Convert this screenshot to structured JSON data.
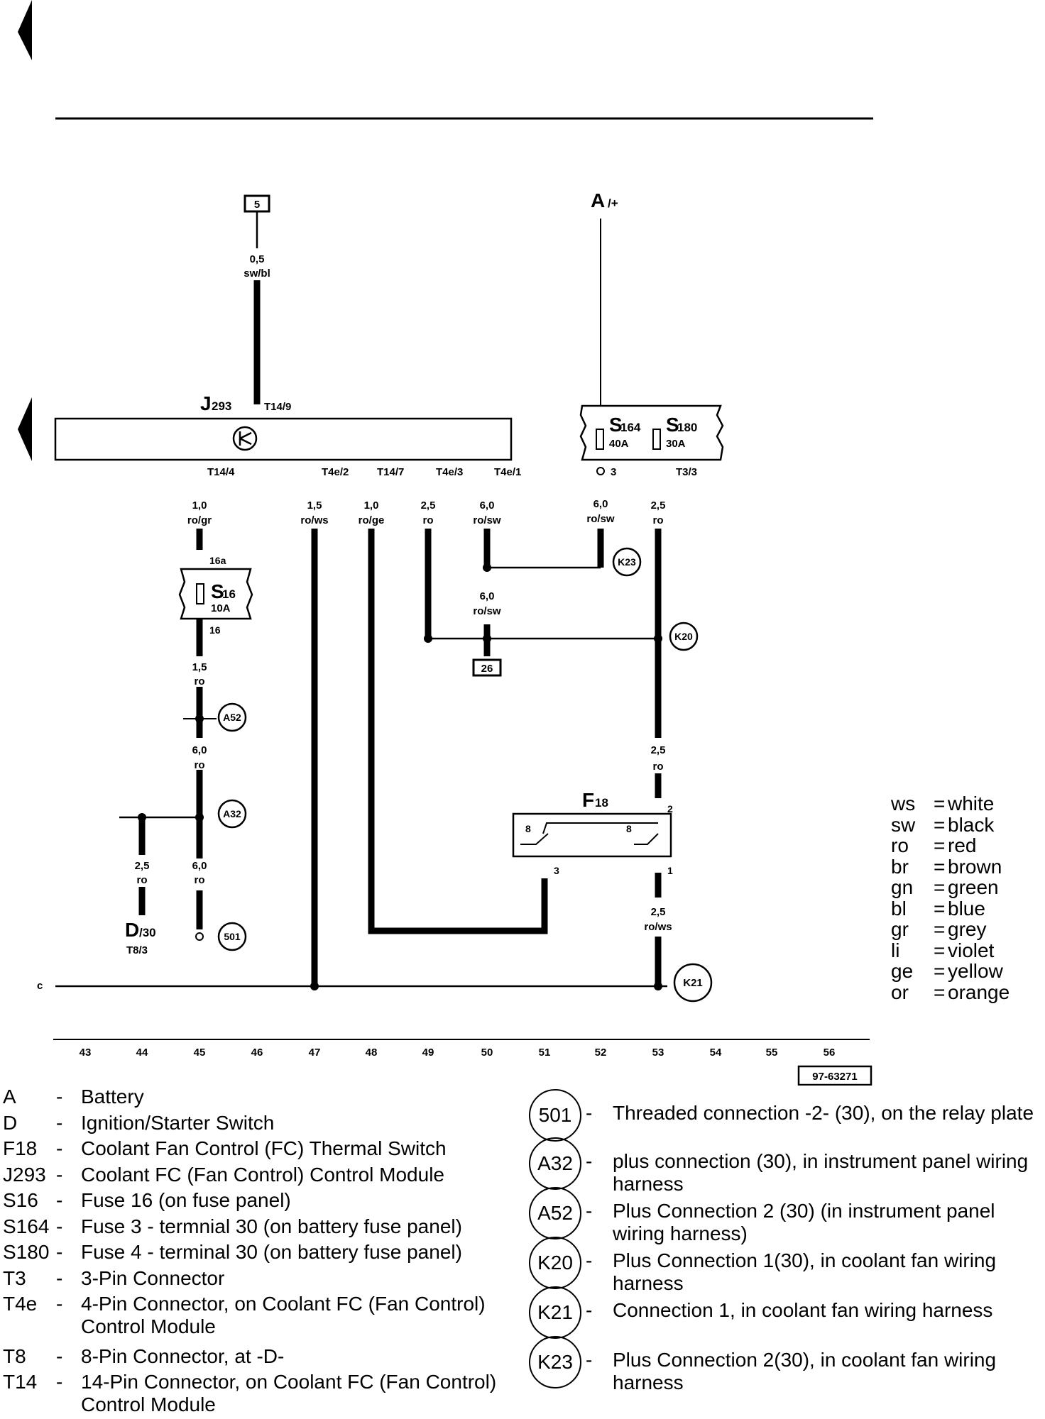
{
  "diagram": {
    "top_refs": {
      "box5": "5",
      "A_main": "A",
      "A_sub": "/+"
    },
    "wires": {
      "w46_size": "0,5",
      "w46_color": "sw/bl",
      "w45_size": "1,0",
      "w45_color": "ro/gr",
      "w47_size": "1,5",
      "w47_color": "ro/ws",
      "w48_size": "1,0",
      "w48_color": "ro/ge",
      "w49_size": "2,5",
      "w49_color": "ro",
      "w50_size": "6,0",
      "w50_color": "ro/sw",
      "w52_size": "6,0",
      "w52_color": "ro/sw",
      "w53_size": "2,5",
      "w53_color": "ro",
      "w50b_size": "6,0",
      "w50b_color": "ro/sw",
      "w45b_size": "1,5",
      "w45b_color": "ro",
      "w45c_size": "6,0",
      "w45c_color": "ro",
      "w53b_size": "2,5",
      "w53b_color": "ro",
      "w44_size": "2,5",
      "w44_color": "ro",
      "w45d_size": "6,0",
      "w45d_color": "ro",
      "w53c_size": "2,5",
      "w53c_color": "ro/ws"
    },
    "pins": {
      "t14_9": "T14/9",
      "t14_4": "T14/4",
      "t4e_2": "T4e/2",
      "t14_7": "T14/7",
      "t4e_3": "T4e/3",
      "t4e_1": "T4e/1",
      "s164_3": "3",
      "t3_3": "T3/3",
      "p16a": "16a",
      "p16": "16",
      "f2": "2",
      "f1": "1",
      "f3": "3",
      "p8a": "8",
      "p8b": "8"
    },
    "components": {
      "j293": "J",
      "j293_sub": "293",
      "s164": "S",
      "s164_sub": "164",
      "s164_amp": "40A",
      "s180": "S",
      "s180_sub": "180",
      "s180_amp": "30A",
      "s16": "S",
      "s16_sub": "16",
      "s16_amp": "10A",
      "f18": "F",
      "f18_sub": "18",
      "d30": "D",
      "d30_sub": "/30",
      "t8_3": "T8/3",
      "box26": "26"
    },
    "connections": {
      "k23": "K23",
      "k20": "K20",
      "a52": "A52",
      "a32": "A32",
      "c501": "501",
      "k21": "K21"
    },
    "ground_label": "c",
    "track_numbers": [
      "43",
      "44",
      "45",
      "46",
      "47",
      "48",
      "49",
      "50",
      "51",
      "52",
      "53",
      "54",
      "55",
      "56"
    ],
    "diagram_id": "97-63271"
  },
  "color_legend": [
    {
      "code": "ws",
      "name": "white"
    },
    {
      "code": "sw",
      "name": "black"
    },
    {
      "code": "ro",
      "name": "red"
    },
    {
      "code": "br",
      "name": "brown"
    },
    {
      "code": "gn",
      "name": "green"
    },
    {
      "code": "bl",
      "name": "blue"
    },
    {
      "code": "gr",
      "name": "grey"
    },
    {
      "code": "li",
      "name": "violet"
    },
    {
      "code": "ge",
      "name": "yellow"
    },
    {
      "code": "or",
      "name": "orange"
    }
  ],
  "component_key": [
    {
      "code": "A",
      "desc": "Battery"
    },
    {
      "code": "D",
      "desc": "Ignition/Starter Switch"
    },
    {
      "code": "F18",
      "desc": "Coolant Fan Control (FC) Thermal Switch"
    },
    {
      "code": "J293",
      "desc": "Coolant FC (Fan Control) Control Module"
    },
    {
      "code": "S16",
      "desc": "Fuse 16 (on fuse panel)"
    },
    {
      "code": "S164",
      "desc": "Fuse 3 - termnial 30 (on battery fuse panel)"
    },
    {
      "code": "S180",
      "desc": "Fuse 4 - terminal 30 (on battery fuse panel)"
    },
    {
      "code": "T3",
      "desc": "3-Pin Connector"
    },
    {
      "code": "T4e",
      "desc": "4-Pin Connector, on Coolant FC (Fan Control) Control Module"
    },
    {
      "code": "T8",
      "desc": "8-Pin Connector, at -D-"
    },
    {
      "code": "T14",
      "desc": "14-Pin Connector, on Coolant FC (Fan Control) Control Module"
    }
  ],
  "connection_key": [
    {
      "id": "501",
      "desc": "Threaded connection -2- (30), on the relay plate"
    },
    {
      "id": "A32",
      "desc": "plus connection (30), in instrument panel wiring harness"
    },
    {
      "id": "A52",
      "desc": "Plus Connection 2 (30) (in instrument panel wiring harness)"
    },
    {
      "id": "K20",
      "desc": "Plus Connection 1(30), in coolant fan wiring harness"
    },
    {
      "id": "K21",
      "desc": "Connection 1, in coolant fan wiring harness"
    },
    {
      "id": "K23",
      "desc": "Plus Connection 2(30), in coolant fan wiring harness"
    }
  ],
  "separator": "-"
}
